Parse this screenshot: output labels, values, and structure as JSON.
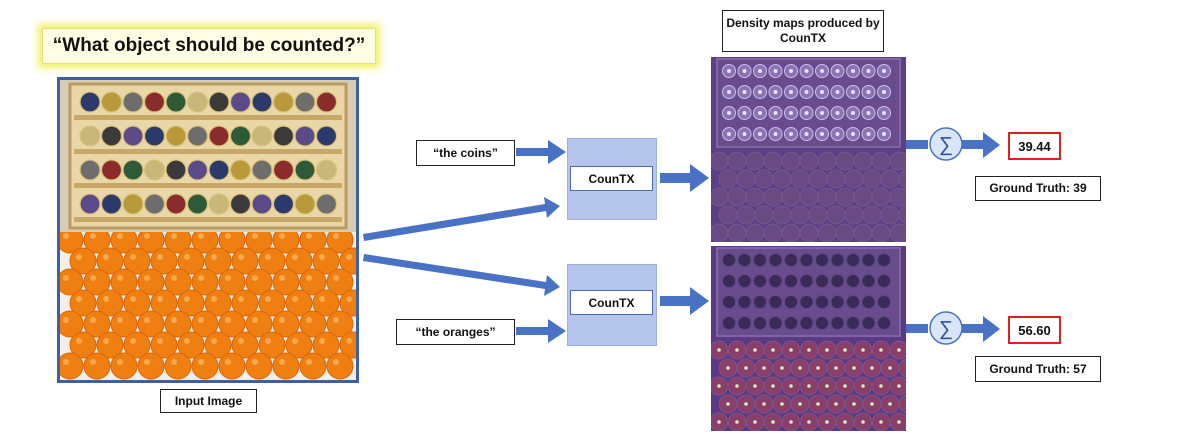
{
  "question": "“What object should be counted?”",
  "input_label": "Input Image",
  "density_title": "Density maps produced by CounTX",
  "model_name": "CounTX",
  "prompts": {
    "top": "“the coins”",
    "bottom": "“the oranges”"
  },
  "sum_symbol": "∑",
  "results": {
    "top": {
      "prediction": "39.44",
      "ground_truth": "Ground Truth: 39"
    },
    "bottom": {
      "prediction": "56.60",
      "ground_truth": "Ground Truth: 57"
    }
  },
  "colors": {
    "arrow": "#4a72c4",
    "countx_fill": "#b6c5ec",
    "density_tint": "#5b2f8f",
    "highlight": "#e02020",
    "frame": "#3d5fa8"
  }
}
